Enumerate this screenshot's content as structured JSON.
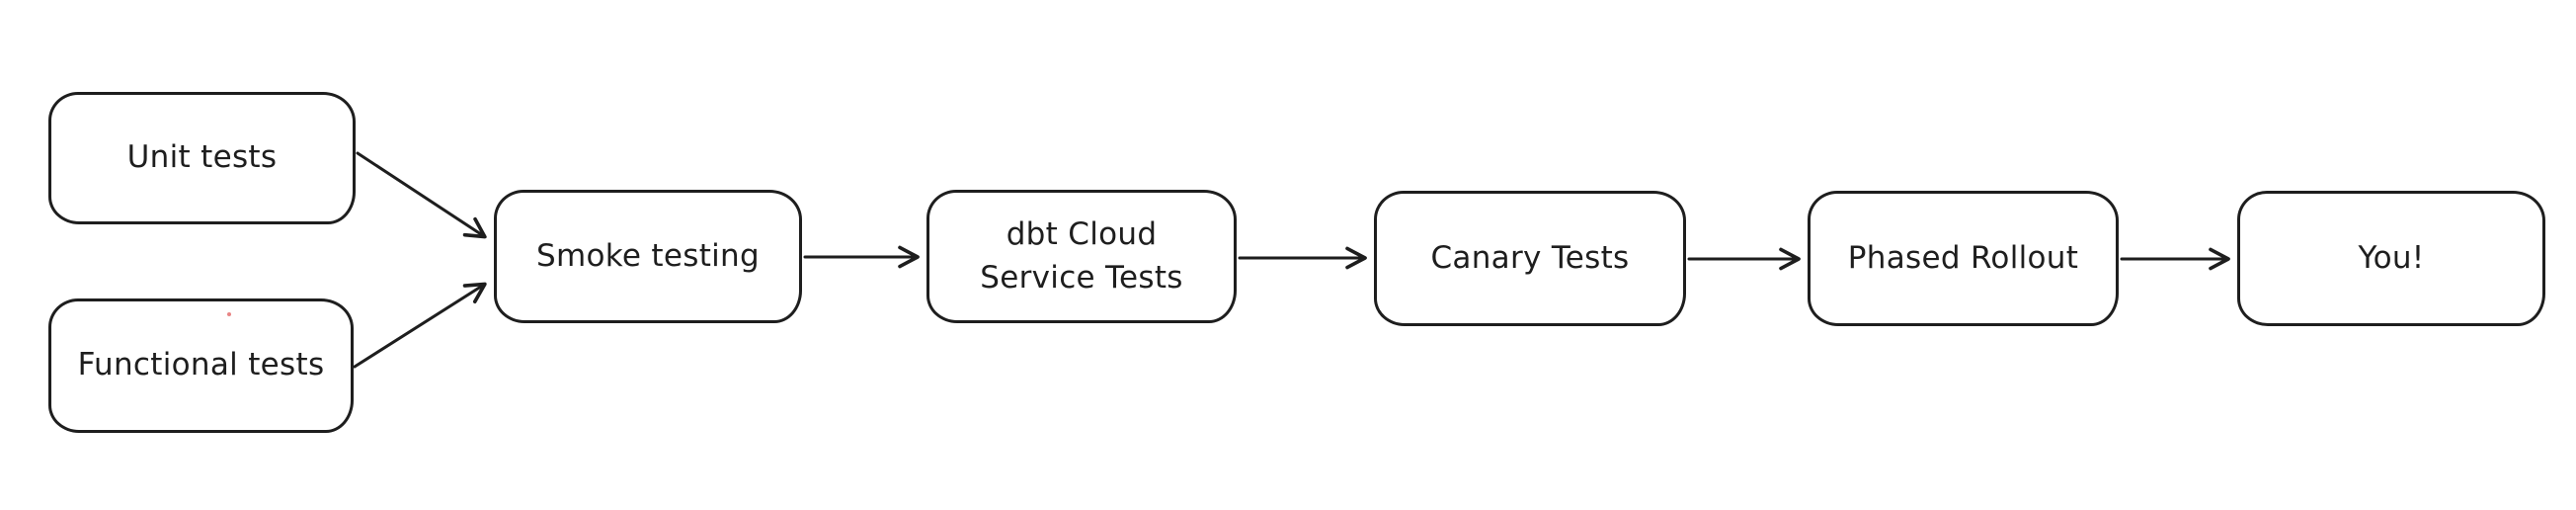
{
  "diagram": {
    "background_color": "#ffffff",
    "stroke_color": "#1e1e1e",
    "text_color": "#1e1e1e",
    "artifact_dot_color": "#e05c5c",
    "nodes": [
      {
        "id": "unit-tests",
        "label": "Unit tests"
      },
      {
        "id": "functional-tests",
        "label": "Functional tests"
      },
      {
        "id": "smoke-testing",
        "label": "Smoke testing"
      },
      {
        "id": "dbt-cloud-service-tests",
        "label": "dbt Cloud\nService Tests"
      },
      {
        "id": "canary-tests",
        "label": "Canary Tests"
      },
      {
        "id": "phased-rollout",
        "label": "Phased Rollout"
      },
      {
        "id": "you",
        "label": "You!"
      }
    ],
    "edges": [
      {
        "from": "unit-tests",
        "to": "smoke-testing"
      },
      {
        "from": "functional-tests",
        "to": "smoke-testing"
      },
      {
        "from": "smoke-testing",
        "to": "dbt-cloud-service-tests"
      },
      {
        "from": "dbt-cloud-service-tests",
        "to": "canary-tests"
      },
      {
        "from": "canary-tests",
        "to": "phased-rollout"
      },
      {
        "from": "phased-rollout",
        "to": "you"
      }
    ]
  }
}
